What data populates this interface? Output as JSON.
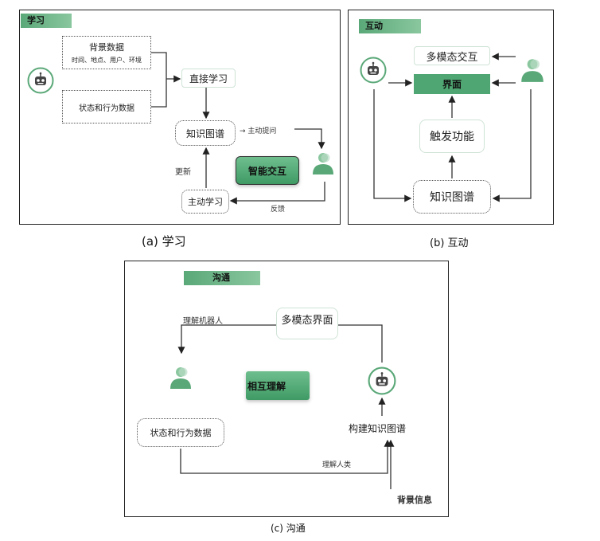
{
  "panel_a": {
    "tag": "学习",
    "background_data_title": "背景数据",
    "background_data_items": "时间、地点、用户、环境",
    "state_behavior": "状态和行为数据",
    "direct_learning": "直接学习",
    "knowledge_graph": "知识图谱",
    "active_question": "→ 主动提问",
    "smart_interaction": "智能交互",
    "update": "更新",
    "active_learning": "主动学习",
    "feedback": "反馈",
    "caption": "(a) 学习"
  },
  "panel_b": {
    "tag": "互动",
    "multimodal_interaction": "多模态交互",
    "interface": "界面",
    "trigger_function": "触发功能",
    "knowledge_graph": "知识图谱",
    "caption": "(b) 互动"
  },
  "panel_c": {
    "tag": "沟通",
    "understand_robot": "理解机器人",
    "multimodal_interface": "多模态界面",
    "mutual_understanding": "相互理解",
    "state_behavior": "状态和行为数据",
    "build_knowledge_graph": "构建知识图谱",
    "understand_human": "理解人类",
    "background_info": "背景信息",
    "caption": "(c) 沟通"
  },
  "colors": {
    "accent_green": "#4fa672",
    "light_green": "#8ac79f",
    "icon_stroke": "#5aa878"
  },
  "icons": [
    "robot-icon",
    "person-icon"
  ]
}
